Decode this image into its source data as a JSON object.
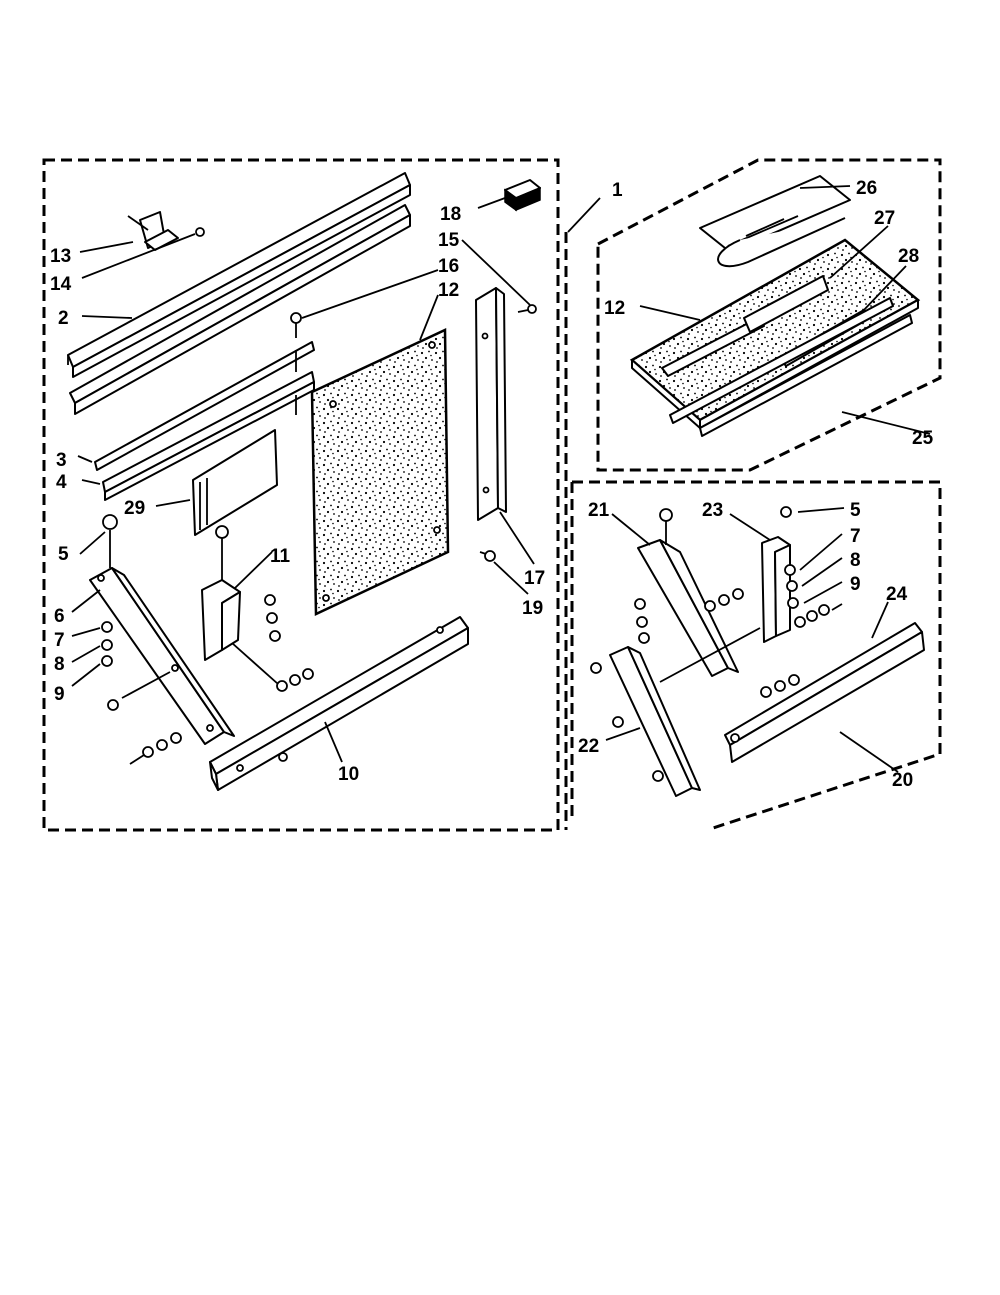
{
  "diagram": {
    "callouts": {
      "c1": "1",
      "c2": "2",
      "c3": "3",
      "c4": "4",
      "c5a": "5",
      "c6": "6",
      "c7a": "7",
      "c8a": "8",
      "c9a": "9",
      "c10": "10",
      "c11": "11",
      "c12a": "12",
      "c13": "13",
      "c14": "14",
      "c15": "15",
      "c16": "16",
      "c17": "17",
      "c18": "18",
      "c19": "19",
      "c29": "29",
      "c26": "26",
      "c27": "27",
      "c28": "28",
      "c12b": "12",
      "c25": "25",
      "c21": "21",
      "c23": "23",
      "c5b": "5",
      "c7b": "7",
      "c8b": "8",
      "c9b": "9",
      "c24": "24",
      "c22": "22",
      "c20": "20"
    }
  }
}
